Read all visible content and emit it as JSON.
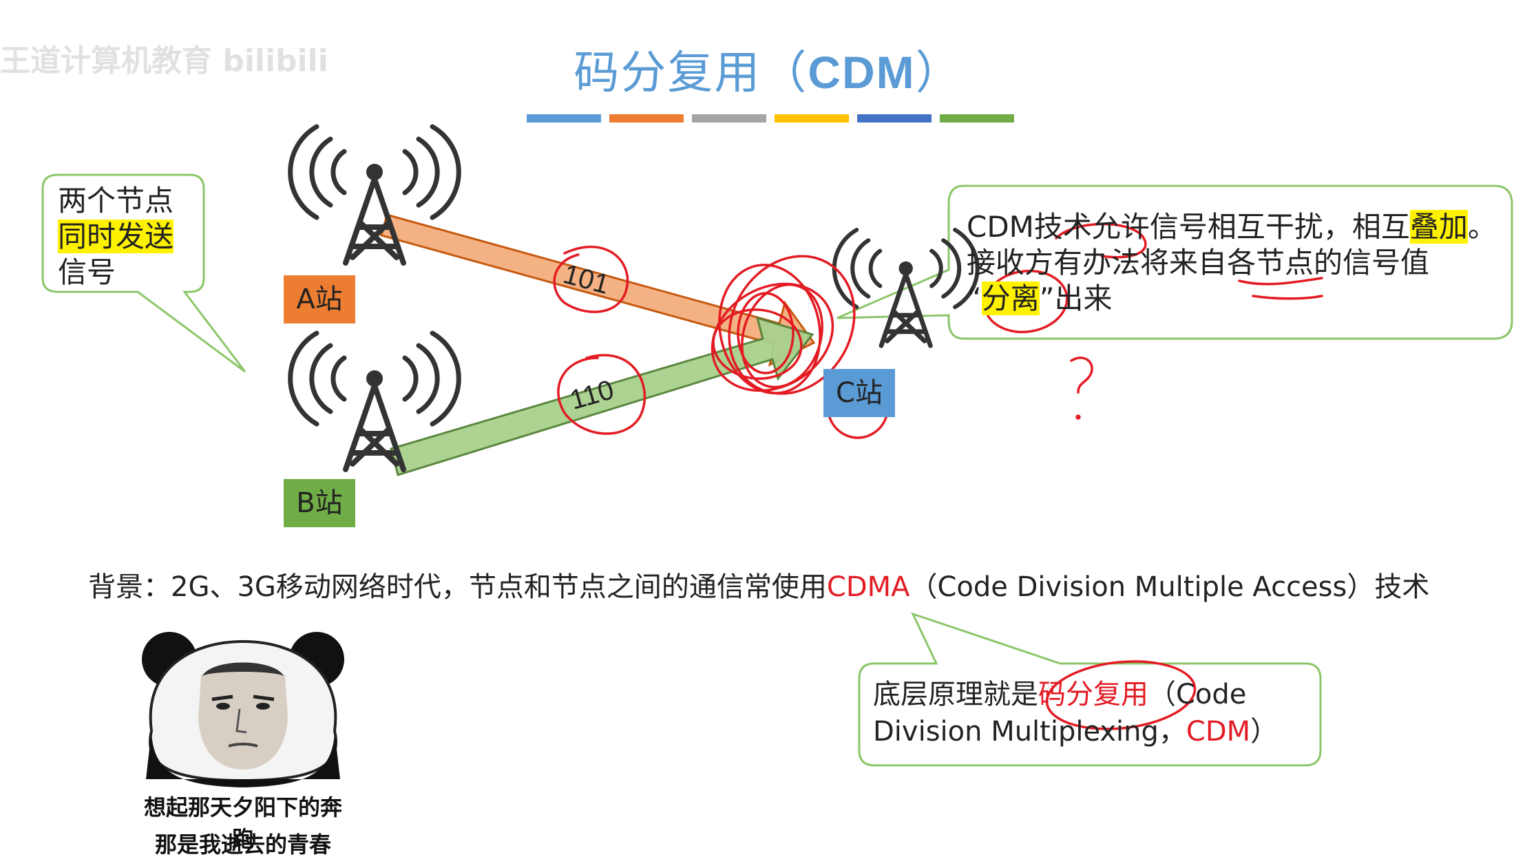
{
  "watermark": "王道计算机教育 bilibili",
  "title": {
    "zh": "码分复用（",
    "abbr": "CDM",
    "close": "）"
  },
  "title_bar_colors": [
    "#5b9bd5",
    "#ed7d31",
    "#a5a5a5",
    "#ffc000",
    "#4472c4",
    "#70ad47"
  ],
  "left_callout": {
    "line1": "两个节点",
    "line2": "同时发送",
    "line3": "信号"
  },
  "stations": {
    "a": "A站",
    "b": "B站",
    "c": "C站"
  },
  "station_colors": {
    "a": "#ed7d31",
    "b": "#70ad47",
    "c": "#5b9bd5"
  },
  "signals": {
    "a_code": "101",
    "b_code": "110"
  },
  "right_callout": {
    "line1_pre": "CDM技术允许信号相互干扰，相互",
    "line1_hl": "叠加",
    "line1_post": "。",
    "line2": "接收方有办法将来自各节点的信号值",
    "line3_open": "“",
    "line3_hl": "分离",
    "line3_close": "”出来"
  },
  "annotation_mark": "?",
  "background_line": {
    "pre": "背景：2G、3G移动网络时代，节点和节点之间的通信常使用",
    "red": "CDMA",
    "post": "（Code Division Multiple Access）技术"
  },
  "bottom_callout": {
    "line1_pre": "底层原理就是",
    "line1_red": "码分复用",
    "line1_post": "（Code",
    "line2_pre": "Division Multiplexing，",
    "line2_red": "CDM",
    "line2_post": "）"
  },
  "meme": {
    "caption1": "想起那天夕阳下的奔跑",
    "caption2": "那是我逝去的青春"
  }
}
